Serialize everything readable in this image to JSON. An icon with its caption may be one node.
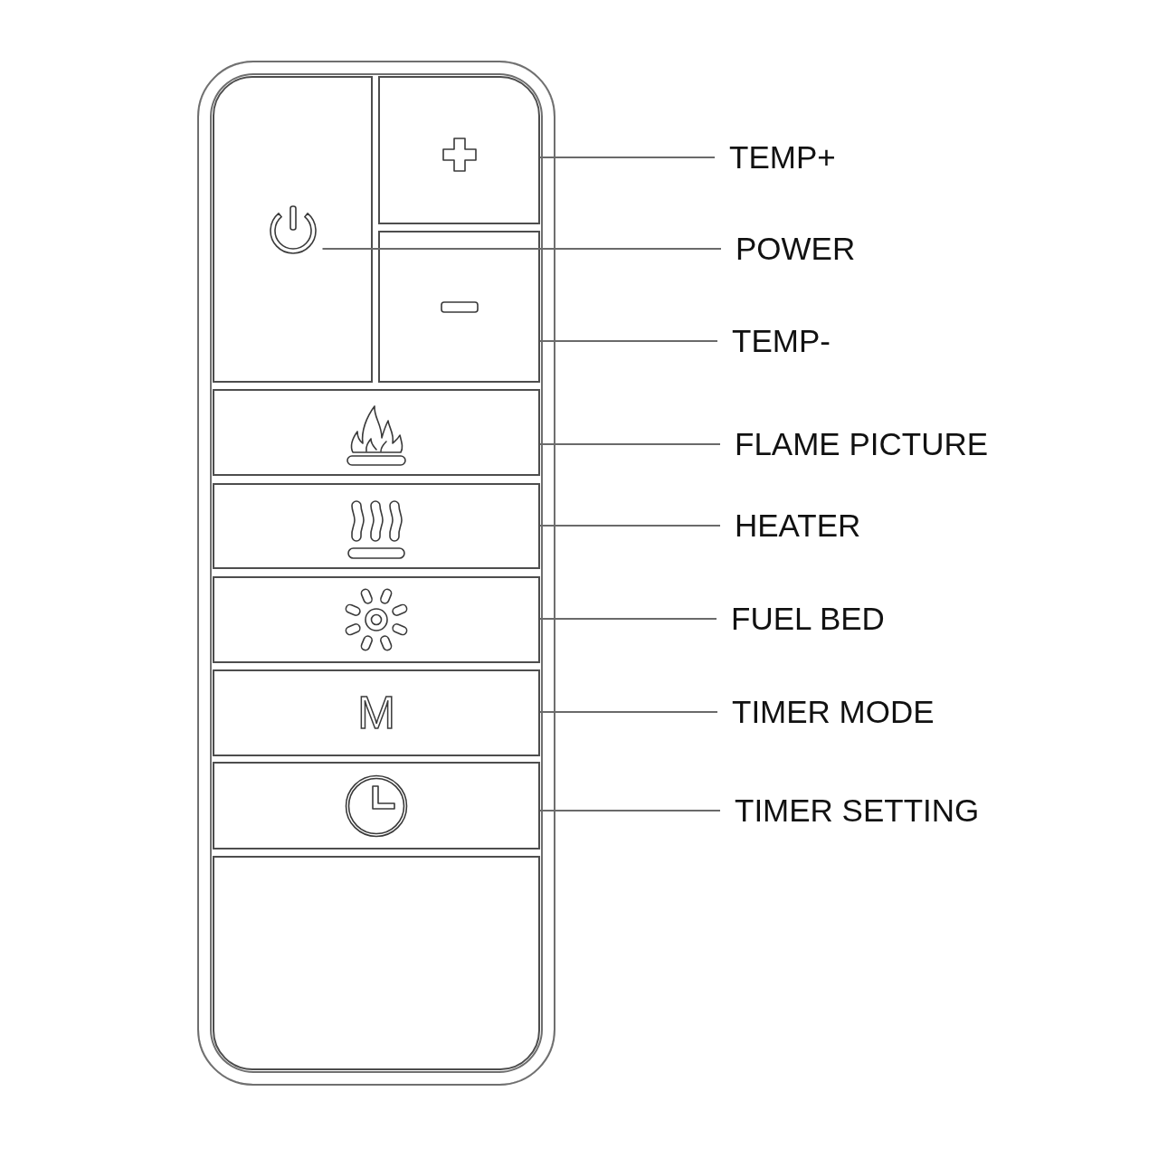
{
  "diagram": {
    "nodes": [
      {
        "text": [],
        "shape": "box"
      },
      {
        "text": [],
        "shape": "box",
        "in": 0
      },
      {
        "text": [],
        "shape": "box",
        "in": 0
      },
      {
        "text": [],
        "shape": "box",
        "in": 0
      },
      {
        "text": [],
        "shape": "box",
        "in": 0
      },
      {
        "text": [],
        "shape": "box",
        "in": 0
      },
      {
        "text": [],
        "shape": "box",
        "in": 0
      },
      {
        "text": [
          "M"
        ],
        "in": 0
      },
      {
        "text": [],
        "shape": "box",
        "in": 0
      },
      {
        "text": [],
        "shape": "box",
        "in": 0
      },
      {
        "text": [
          "TEMP+"
        ]
      },
      {
        "text": [
          "POWER"
        ]
      },
      {
        "text": [
          "TEMP-"
        ]
      },
      {
        "text": [
          "FLAME PICTURE"
        ]
      },
      {
        "text": [
          "HEATER"
        ]
      },
      {
        "text": [
          "FUEL BED"
        ]
      },
      {
        "text": [
          "TIMER MODE"
        ]
      },
      {
        "text": [
          "TIMER SETTING"
        ]
      }
    ],
    "edges": [
      {
        "from": 10,
        "to": 2,
        "arrow": "none"
      },
      {
        "from": 11,
        "to": 1,
        "arrow": "none"
      },
      {
        "from": 12,
        "to": 3,
        "arrow": "none"
      },
      {
        "from": 13,
        "to": 4,
        "arrow": "none"
      },
      {
        "from": 14,
        "to": 5,
        "arrow": "none"
      },
      {
        "from": 15,
        "to": 6,
        "arrow": "none"
      },
      {
        "from": 16,
        "to": 7,
        "arrow": "none"
      },
      {
        "from": 17,
        "to": 8,
        "arrow": "none"
      }
    ]
  }
}
